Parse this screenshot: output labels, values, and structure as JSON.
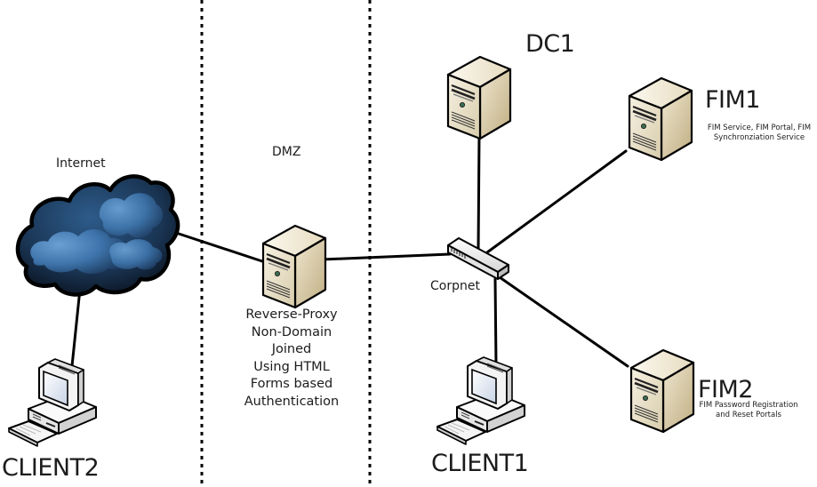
{
  "zones": [
    {
      "id": "internet",
      "label": "Internet"
    },
    {
      "id": "dmz",
      "label": "DMZ"
    }
  ],
  "nodes": {
    "dc1": {
      "label": "DC1",
      "type": "server"
    },
    "fim1": {
      "label": "FIM1",
      "type": "server",
      "description_lines": [
        "FIM Service, FIM Portal, FIM",
        "Synchronziation Service"
      ]
    },
    "fim2": {
      "label": "FIM2",
      "type": "server",
      "description_lines": [
        "FIM Password Registration",
        "and Reset Portals"
      ]
    },
    "proxy": {
      "type": "server",
      "description_lines": [
        "Reverse-Proxy",
        "Non-Domain",
        "Joined",
        "Using HTML",
        "Forms based",
        "Authentication"
      ]
    },
    "switch": {
      "label": "Corpnet",
      "type": "switch"
    },
    "cloud": {
      "type": "cloud"
    },
    "client1": {
      "label": "CLIENT1",
      "type": "workstation"
    },
    "client2": {
      "label": "CLIENT2",
      "type": "workstation"
    }
  },
  "connections": [
    {
      "from": "cloud",
      "to": "proxy"
    },
    {
      "from": "cloud",
      "to": "client2"
    },
    {
      "from": "proxy",
      "to": "switch"
    },
    {
      "from": "switch",
      "to": "dc1"
    },
    {
      "from": "switch",
      "to": "fim1"
    },
    {
      "from": "switch",
      "to": "fim2"
    },
    {
      "from": "switch",
      "to": "client1"
    }
  ],
  "boundaries": [
    {
      "between": [
        "internet",
        "dmz"
      ],
      "style": "dotted"
    },
    {
      "between": [
        "dmz",
        "corpnet"
      ],
      "style": "dotted"
    }
  ],
  "colors": {
    "line": "#000000",
    "server_face": "#e9e0c8",
    "server_side": "#c9b98f",
    "cloud_dark": "#0d1a2a",
    "cloud_light": "#4f88c2"
  }
}
